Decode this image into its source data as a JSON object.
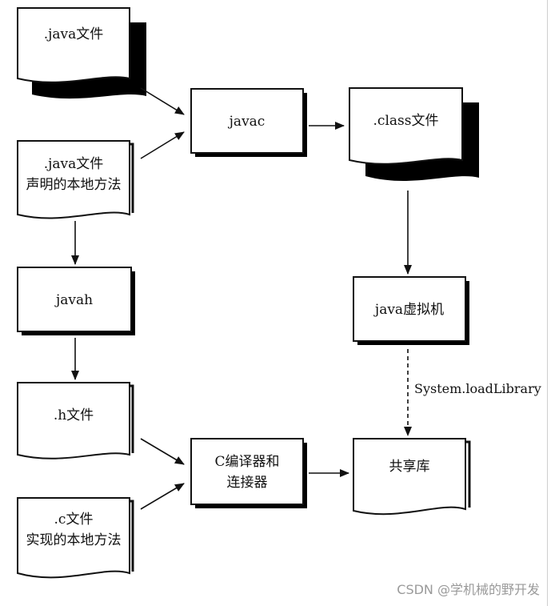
{
  "nodes": {
    "java_file": {
      "line1": ".java文件"
    },
    "java_native": {
      "line1": ".java文件",
      "line2": "声明的本地方法"
    },
    "javac": {
      "line1": "javac"
    },
    "class_file": {
      "line1": ".class文件"
    },
    "javah": {
      "line1": "javah"
    },
    "jvm": {
      "line1": "java虚拟机"
    },
    "h_file": {
      "line1": ".h文件"
    },
    "c_compiler": {
      "line1": "C编译器和",
      "line2": "连接器"
    },
    "shared_lib": {
      "line1": "共享库"
    },
    "c_file": {
      "line1": ".c文件",
      "line2": "实现的本地方法"
    }
  },
  "edges": {
    "load_library_label": "System.loadLibrary"
  },
  "watermark": "CSDN @学机械的野开发"
}
